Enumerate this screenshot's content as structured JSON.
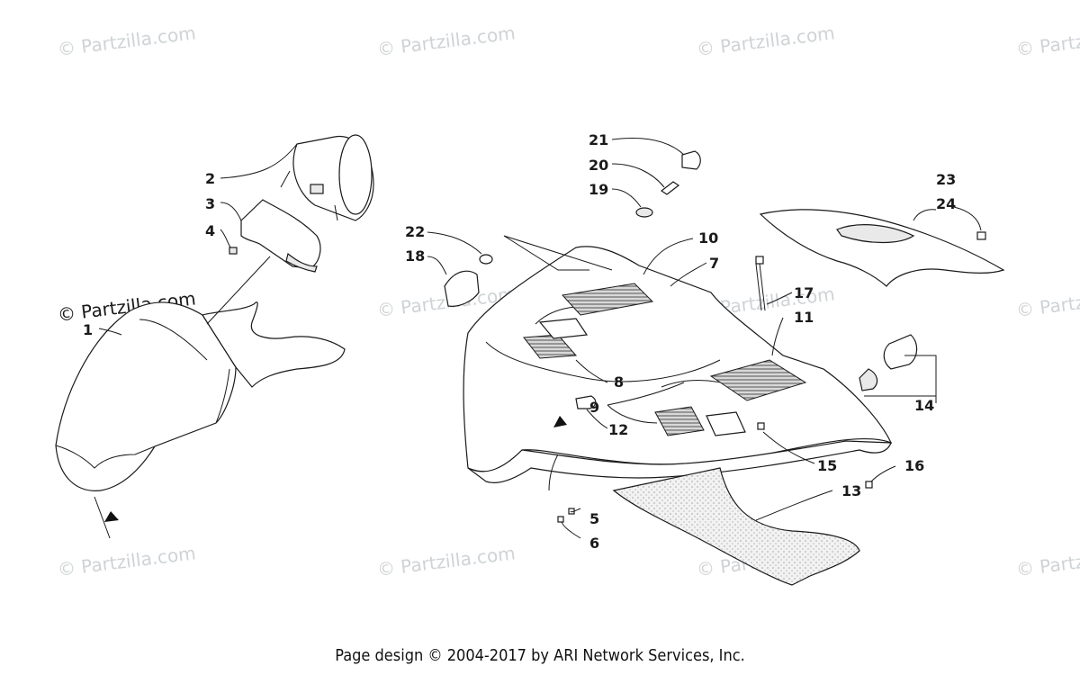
{
  "watermark": "© Partzilla.com",
  "footer": "Page design © 2004-2017 by ARI Network Services, Inc.",
  "callouts": {
    "c1": "1",
    "c2": "2",
    "c3": "3",
    "c4": "4",
    "c5": "5",
    "c6": "6",
    "c7": "7",
    "c8": "8",
    "c9": "9",
    "c10": "10",
    "c11": "11",
    "c12": "12",
    "c13": "13",
    "c14": "14",
    "c15": "15",
    "c16": "16",
    "c17": "17",
    "c18": "18",
    "c19": "19",
    "c20": "20",
    "c21": "21",
    "c22": "22",
    "c23": "23",
    "c24": "24"
  }
}
